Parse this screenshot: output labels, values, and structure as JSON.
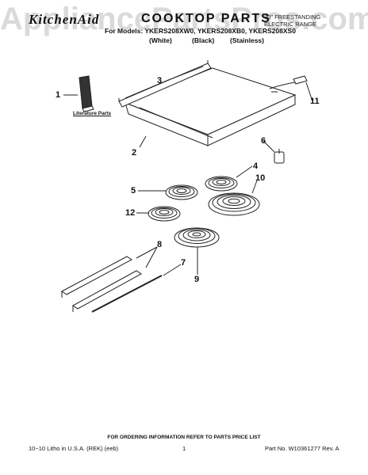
{
  "header": {
    "watermark": "AppliancePartsPros.com",
    "brand": "KitchenAid",
    "title": "COOKTOP PARTS",
    "subtitle": "30\" FREESTANDING ELECTRIC RANGE",
    "models_line": "For Models: YKERS208XW0, YKERS208XB0, YKERS208XS0",
    "variants": [
      "(White)",
      "(Black)",
      "(Stainless)"
    ]
  },
  "diagram": {
    "literature_label": "Literature Parts",
    "callouts": [
      "1",
      "2",
      "3",
      "4",
      "5",
      "6",
      "7",
      "8",
      "9",
      "10",
      "11",
      "12"
    ]
  },
  "footer": {
    "ordering_note": "FOR ORDERING INFORMATION REFER TO PARTS PRICE LIST",
    "print_info": "10−10 Litho in U.S.A. (REK) (eeb)",
    "page_number": "1",
    "part_number": "Part No. W10361277 Rev. A"
  }
}
